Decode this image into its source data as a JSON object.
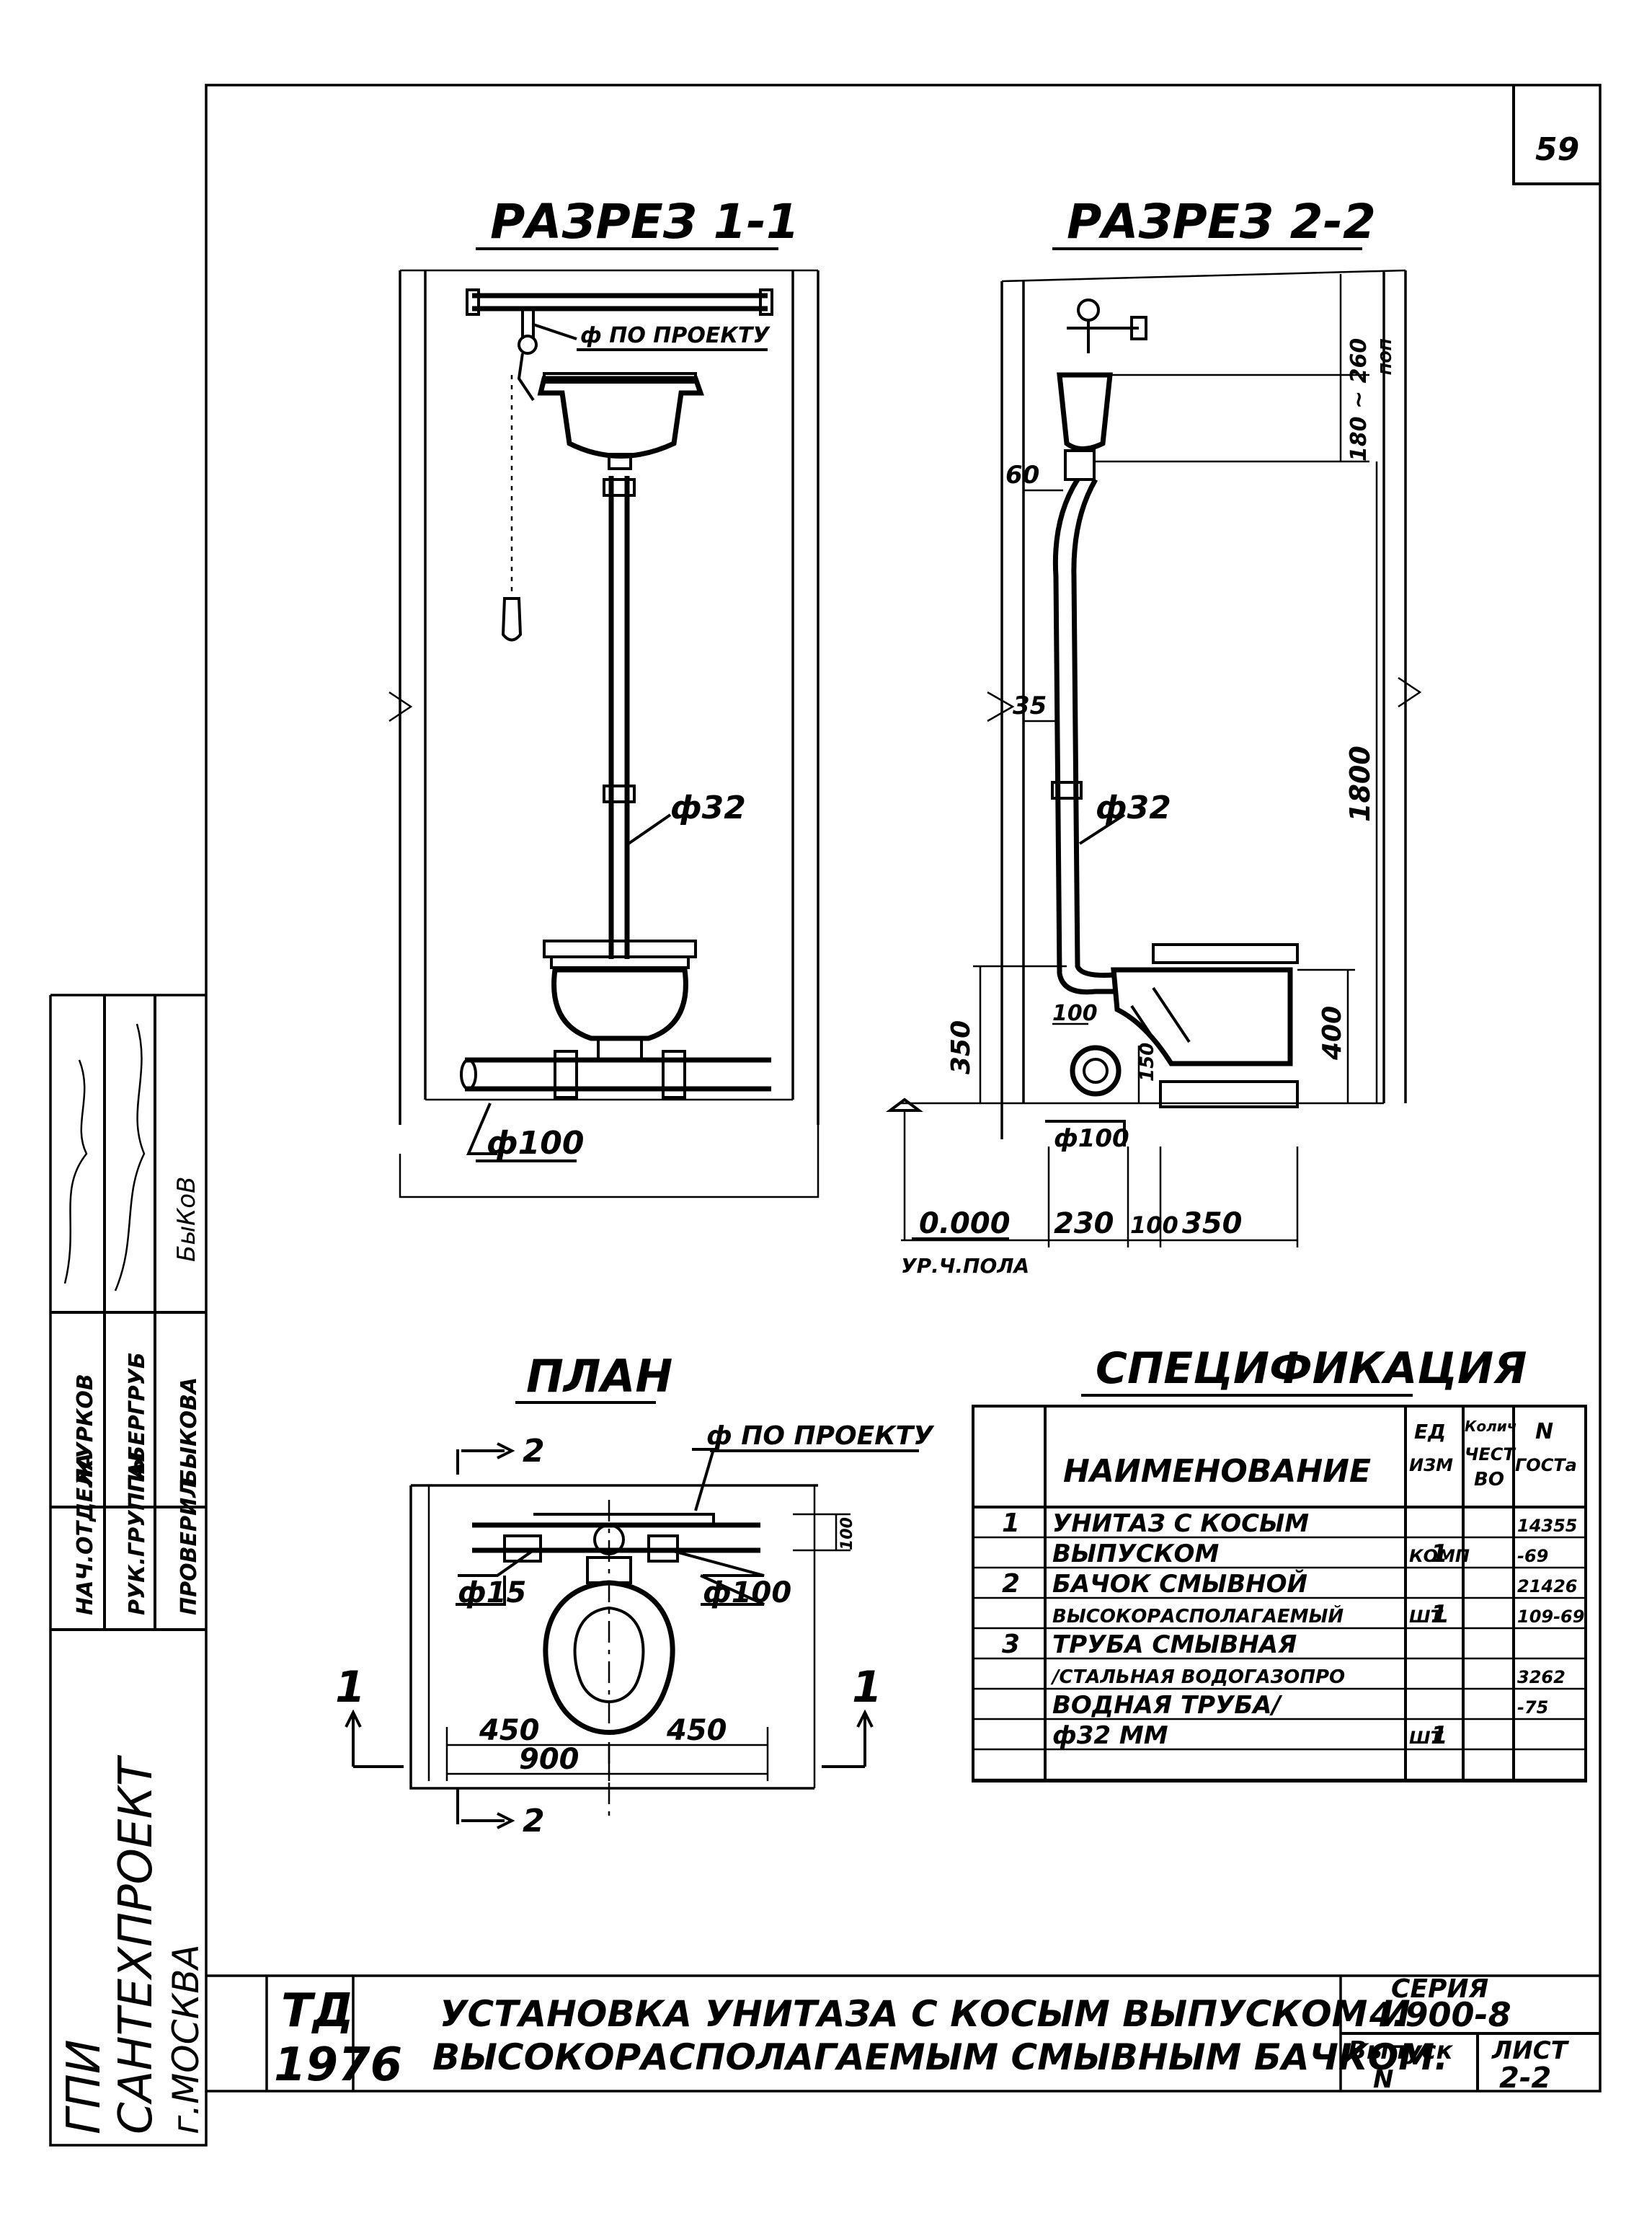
{
  "sheet_number": "59",
  "titles": {
    "section_1": "РАЗРЕЗ 1-1",
    "section_2": "РАЗРЕЗ 2-2",
    "plan": "ПЛАН",
    "spec": "СПЕЦИФИКАЦИЯ"
  },
  "section_1": {
    "pipe_note": "ф ПО ПРОЕКТУ",
    "flush_pipe": "ф32",
    "sewer_pipe": "ф100"
  },
  "section_2": {
    "dim_tank_height": "180 ~ 260",
    "dim_tank_height_note": "ПОП",
    "dim_offset_60": "60",
    "dim_offset_35": "35",
    "dim_1800": "1800",
    "flush_pipe": "ф32",
    "dim_100_top": "100",
    "dim_350_left": "350",
    "dim_150": "150",
    "dim_400": "400",
    "sewer_pipe": "ф100",
    "level_value": "0.000",
    "level_note": "УР.Ч.ПОЛА",
    "dim_230": "230",
    "dim_100_bottom": "100",
    "dim_350_bottom": "350"
  },
  "plan": {
    "cut_2_top": "2",
    "cut_2_bottom": "2",
    "cut_1_left": "1",
    "cut_1_right": "1",
    "pipe_note": "ф ПО ПРОЕКТУ",
    "pipe_15": "ф15",
    "pipe_100": "ф100",
    "dim_100": "100",
    "dim_450_left": "450",
    "dim_450_right": "450",
    "dim_900": "900"
  },
  "spec": {
    "headers": {
      "name": "НАИМЕНОВАНИЕ",
      "unit_1": "ЕД",
      "unit_2": "ИЗМ",
      "qty_1": "Колич",
      "qty_2": "ЧЕСТ",
      "qty_3": "ВО",
      "gost_1": "N",
      "gost_2": "ГОСТа"
    },
    "rows": [
      {
        "n": "1",
        "name": "УНИТАЗ С КОСЫМ",
        "unit": "",
        "qty": "",
        "gost": "14355"
      },
      {
        "n": "",
        "name": "ВЫПУСКОМ",
        "unit": "КОМП",
        "qty": "1",
        "gost": "-69"
      },
      {
        "n": "2",
        "name": "БАЧОК СМЫВНОЙ",
        "unit": "",
        "qty": "",
        "gost": "21426"
      },
      {
        "n": "",
        "name": "ВЫСОКОРАСПОЛАГАЕМЫЙ",
        "unit": "ШТ.",
        "qty": "1",
        "gost": "109-69"
      },
      {
        "n": "3",
        "name": "ТРУБА СМЫВНАЯ",
        "unit": "",
        "qty": "",
        "gost": ""
      },
      {
        "n": "",
        "name": "/СТАЛЬНАЯ ВОДОГАЗОПРО",
        "unit": "",
        "qty": "",
        "gost": "3262"
      },
      {
        "n": "",
        "name": "ВОДНАЯ ТРУБА/",
        "unit": "",
        "qty": "",
        "gost": "-75"
      },
      {
        "n": "",
        "name": "ф32 ММ",
        "unit": "ШТ",
        "qty": "1",
        "gost": ""
      },
      {
        "n": "",
        "name": "",
        "unit": "",
        "qty": "",
        "gost": ""
      }
    ]
  },
  "stamp": {
    "org_1": "ГПИ",
    "org_2": "САНТЕХПРОЕКТ",
    "org_3": "г.МОСКВА",
    "roles": [
      "НАЧ.ОТДЕЛА",
      "РУК.ГРУППЫ",
      "ПРОВЕРИЛ"
    ],
    "names": [
      "ЖУРКОВ",
      "ГАБЕРГРУБ",
      "БЫКОВА"
    ],
    "signature_3": "БыКоВ",
    "td_1": "ТД",
    "td_2": "1976",
    "title_1": "УСТАНОВКА УНИТАЗА С КОСЫМ ВЫПУСКОМ И",
    "title_2": "ВЫСОКОРАСПОЛАГАЕМЫМ СМЫВНЫМ БАЧКОМ.",
    "series_label": "СЕРИЯ",
    "series_value": "4.900-8",
    "issue_label": "Выпуск",
    "issue_value": "N",
    "sheet_label": "ЛИСТ",
    "sheet_value": "2-2"
  }
}
